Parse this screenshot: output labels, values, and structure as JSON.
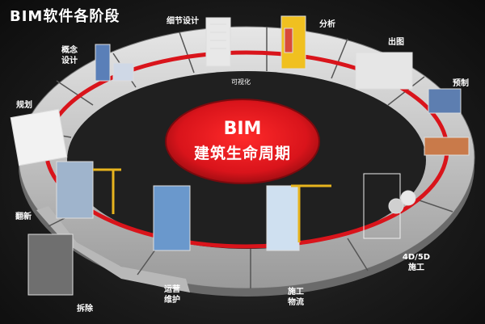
{
  "header": {
    "title": "BIM软件各阶段"
  },
  "center": {
    "line1": "BIM",
    "line2": "建筑生命周期"
  },
  "ring_caption": "可视化",
  "stages": {
    "detail_design": "细节设计",
    "analysis": "分析",
    "drawing": "出图",
    "prefab": "预制",
    "concept_design": "概念\n设计",
    "planning": "规划",
    "renovation": "翻新",
    "demolition": "拆除",
    "ops": "运营\n维护",
    "construction_logistics": "施工\n物流",
    "construction_4d5d": "4D/5D\n施工"
  },
  "colors": {
    "ring_red": "#d9141b",
    "track": "#cfcfcf",
    "label": "#ffffff",
    "background": "#1c1c1c"
  }
}
